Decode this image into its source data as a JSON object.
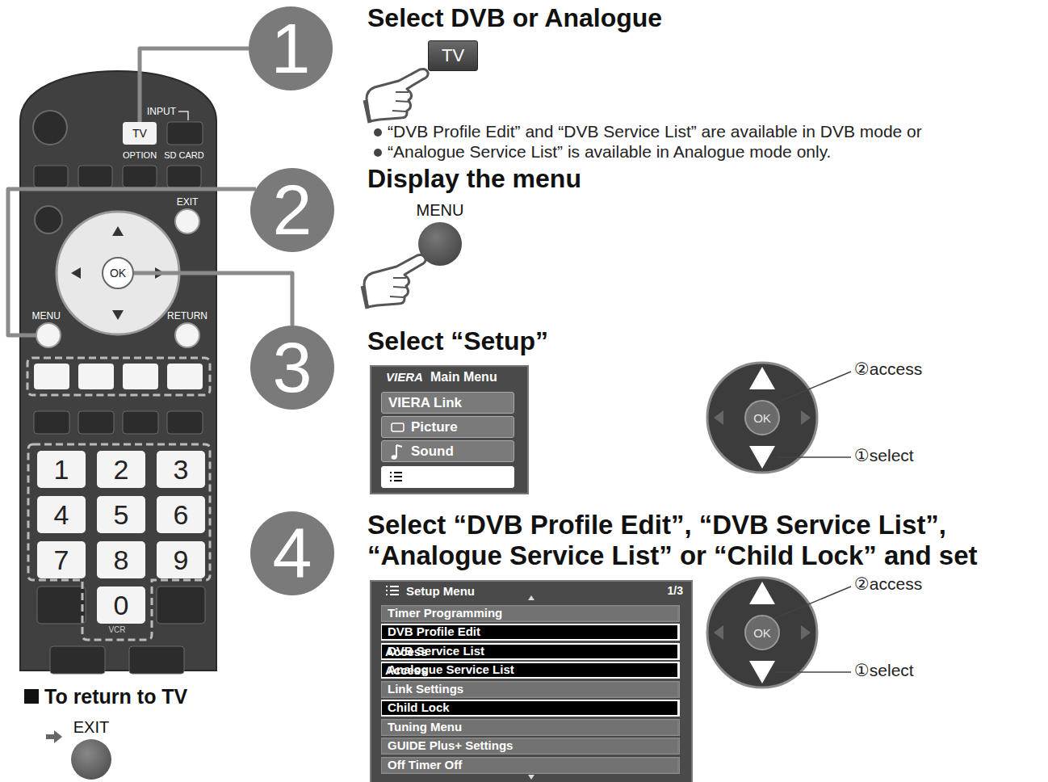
{
  "diagram": {
    "nodes": [
      {
        "text": [
          "TV"
        ]
      },
      {
        "text": [
          "EXIT"
        ]
      },
      {
        "text": [
          "OK"
        ]
      },
      {
        "text": [
          "MENU"
        ]
      },
      {
        "text": [
          "RETURN"
        ]
      },
      {
        "text": [
          "1"
        ]
      },
      {
        "text": [
          "2"
        ]
      },
      {
        "text": [
          "3"
        ]
      },
      {
        "text": [
          "4"
        ]
      },
      {
        "text": [
          "5"
        ]
      },
      {
        "text": [
          "6"
        ]
      },
      {
        "text": [
          "7"
        ]
      },
      {
        "text": [
          "8"
        ]
      },
      {
        "text": [
          "9"
        ]
      },
      {
        "text": [
          "0"
        ]
      },
      {
        "text": [
          "1"
        ]
      },
      {
        "text": [
          "TV"
        ]
      },
      {
        "text": [
          "2"
        ]
      },
      {
        "text": [
          "MENU"
        ]
      },
      {
        "text": [
          "3"
        ]
      },
      {
        "text": [
          "VIERA",
          "Main Menu"
        ]
      },
      {
        "text": [
          "VIERA Link"
        ],
        "in": 20
      },
      {
        "text": [
          "Picture"
        ],
        "in": 20
      },
      {
        "text": [
          "Sound"
        ],
        "in": 20
      },
      {
        "text": [
          "Setup"
        ],
        "in": 20
      },
      {
        "text": [
          "OK"
        ]
      },
      {
        "text": [
          "4"
        ]
      },
      {
        "text": [
          "Setup Menu",
          "1/3"
        ]
      },
      {
        "text": [
          "Timer Programming"
        ],
        "in": 27
      },
      {
        "text": [
          "DVB Profile Edit"
        ],
        "in": 27
      },
      {
        "text": [
          "DVB Service List",
          "Access"
        ],
        "in": 27
      },
      {
        "text": [
          "Analogue Service List",
          "Access"
        ],
        "in": 27
      },
      {
        "text": [
          "Link Settings"
        ],
        "in": 27
      },
      {
        "text": [
          "Child Lock"
        ],
        "in": 27
      },
      {
        "text": [
          "Tuning Menu"
        ],
        "in": 27
      },
      {
        "text": [
          "GUIDE Plus+ Settings"
        ],
        "in": 27
      },
      {
        "text": [
          "Off Timer Off"
        ],
        "in": 27
      },
      {
        "text": [
          "OK"
        ]
      },
      {
        "text": [
          "EXIT"
        ]
      }
    ],
    "edges": [
      {
        "from": 15,
        "to": 0,
        "arrow": "none"
      },
      {
        "from": 17,
        "to": 3,
        "arrow": "none"
      },
      {
        "from": 19,
        "to": 2,
        "arrow": "none"
      }
    ],
    "labels": [
      "INPUT",
      "OPTION",
      "SD CARD",
      "VCR",
      "Select DVB or Analogue",
      "“DVB Profile Edit” and “DVB Service List” are available in DVB mode or",
      "“Analogue Service List” is available in Analogue mode only.",
      "Display the menu",
      "Select “Setup”",
      "②access",
      "①select",
      "Select “DVB Profile Edit”, “DVB Service List”, “Analogue Service List” or “Child Lock” and set",
      "②access",
      "①select",
      "To return to TV"
    ]
  }
}
